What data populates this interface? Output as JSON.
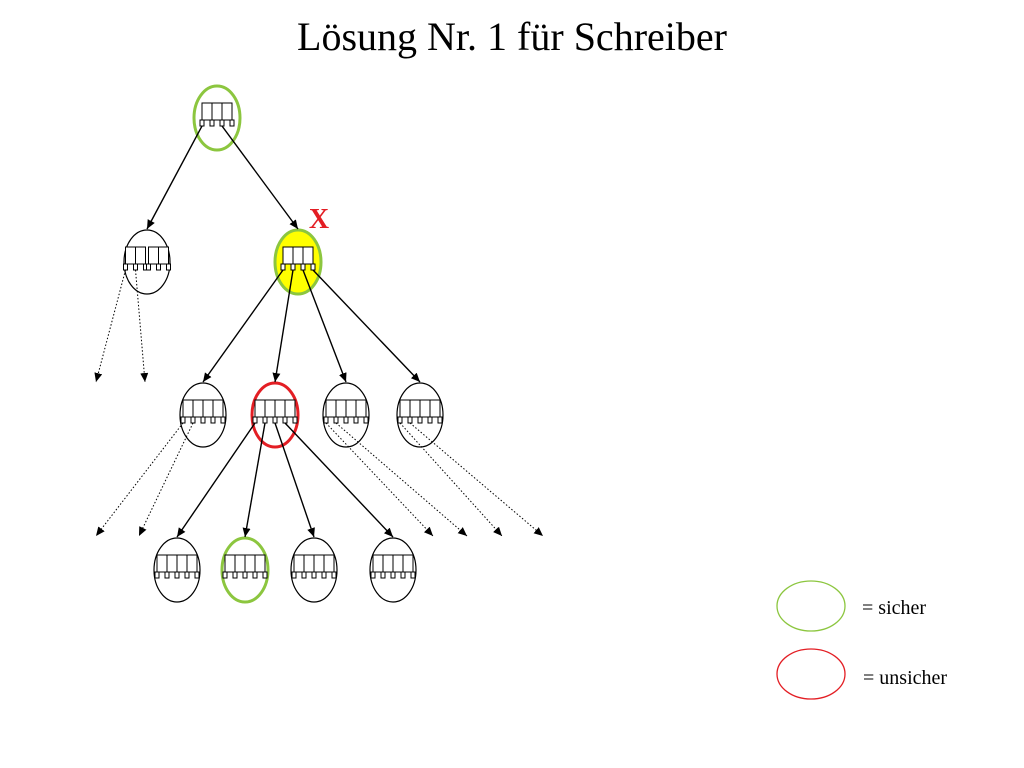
{
  "title": "Lösung Nr. 1 für Schreiber",
  "marker": {
    "text": "X",
    "color": "#e31e24"
  },
  "legend": [
    {
      "label": "= sicher",
      "color": "#8cc63f"
    },
    {
      "label": "= unsicher",
      "color": "#e31e24"
    }
  ],
  "tree": {
    "nodes": [
      {
        "stroke": "#8cc63f",
        "fill": "#ffffff",
        "keys": 3
      },
      {
        "stroke": "#000000",
        "fill": "#ffffff",
        "keys": 4
      },
      {
        "stroke": "#8cc63f",
        "fill": "#ffff00",
        "keys": 3
      },
      {
        "stroke": "#000000",
        "fill": "#ffffff",
        "keys": 4
      },
      {
        "stroke": "#e31e24",
        "fill": "#ffffff",
        "keys": 4
      },
      {
        "stroke": "#000000",
        "fill": "#ffffff",
        "keys": 4
      },
      {
        "stroke": "#000000",
        "fill": "#ffffff",
        "keys": 4
      },
      {
        "stroke": "#000000",
        "fill": "#ffffff",
        "keys": 4
      },
      {
        "stroke": "#8cc63f",
        "fill": "#ffffff",
        "keys": 4
      },
      {
        "stroke": "#000000",
        "fill": "#ffffff",
        "keys": 4
      },
      {
        "stroke": "#000000",
        "fill": "#ffffff",
        "keys": 4
      }
    ],
    "edges": [
      [
        0,
        1
      ],
      [
        0,
        2
      ],
      [
        2,
        3
      ],
      [
        2,
        4
      ],
      [
        2,
        5
      ],
      [
        2,
        6
      ],
      [
        4,
        7
      ],
      [
        4,
        8
      ],
      [
        4,
        9
      ],
      [
        4,
        10
      ]
    ],
    "truncated_edges": [
      {
        "from": 1,
        "count": 2
      },
      {
        "from": 3,
        "count": 2
      },
      {
        "from": 5,
        "count": 2
      },
      {
        "from": 6,
        "count": 2
      }
    ]
  }
}
